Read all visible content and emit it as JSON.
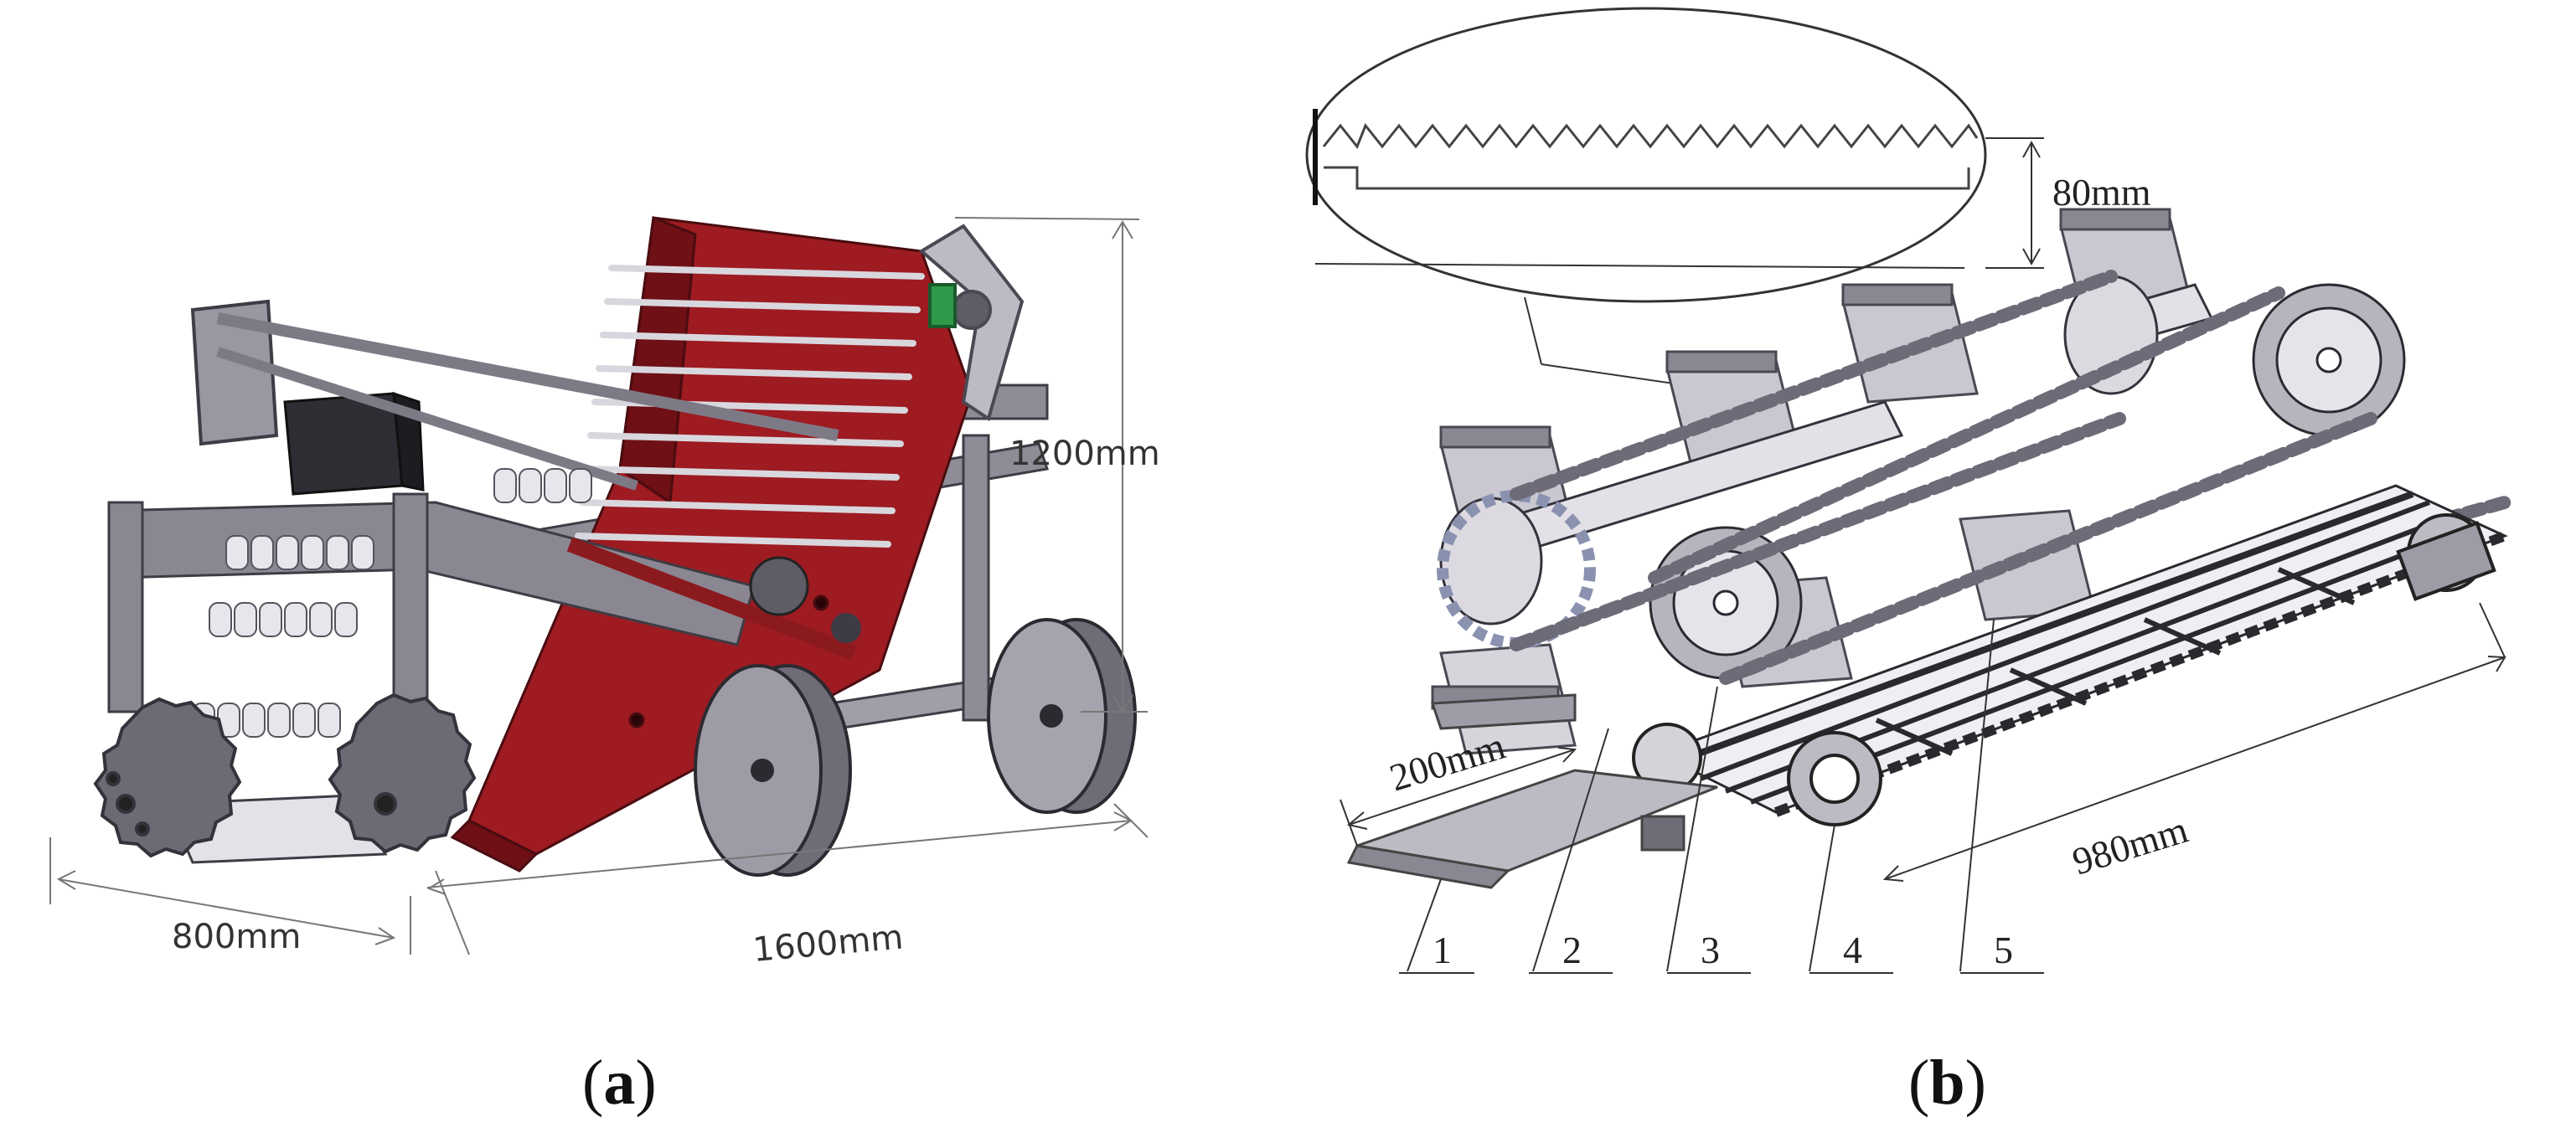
{
  "figure": {
    "panel_a": {
      "caption_open": "(",
      "caption_letter": "a",
      "caption_close": ")",
      "dimensions": {
        "width": "800mm",
        "length": "1600mm",
        "height": "1200mm"
      }
    },
    "panel_b": {
      "caption_open": "(",
      "caption_letter": "b",
      "caption_close": ")",
      "dimensions": {
        "tooth_height": "80mm",
        "shovel_width": "200mm",
        "conveyor_length": "980mm"
      },
      "part_labels": [
        "1",
        "2",
        "3",
        "4",
        "5"
      ]
    },
    "colors": {
      "frame_red": "#9e1b22",
      "frame_red_dark": "#6e1015",
      "steel_grey": "#8f8c97",
      "steel_dark": "#4a4852",
      "line": "#555555"
    }
  }
}
